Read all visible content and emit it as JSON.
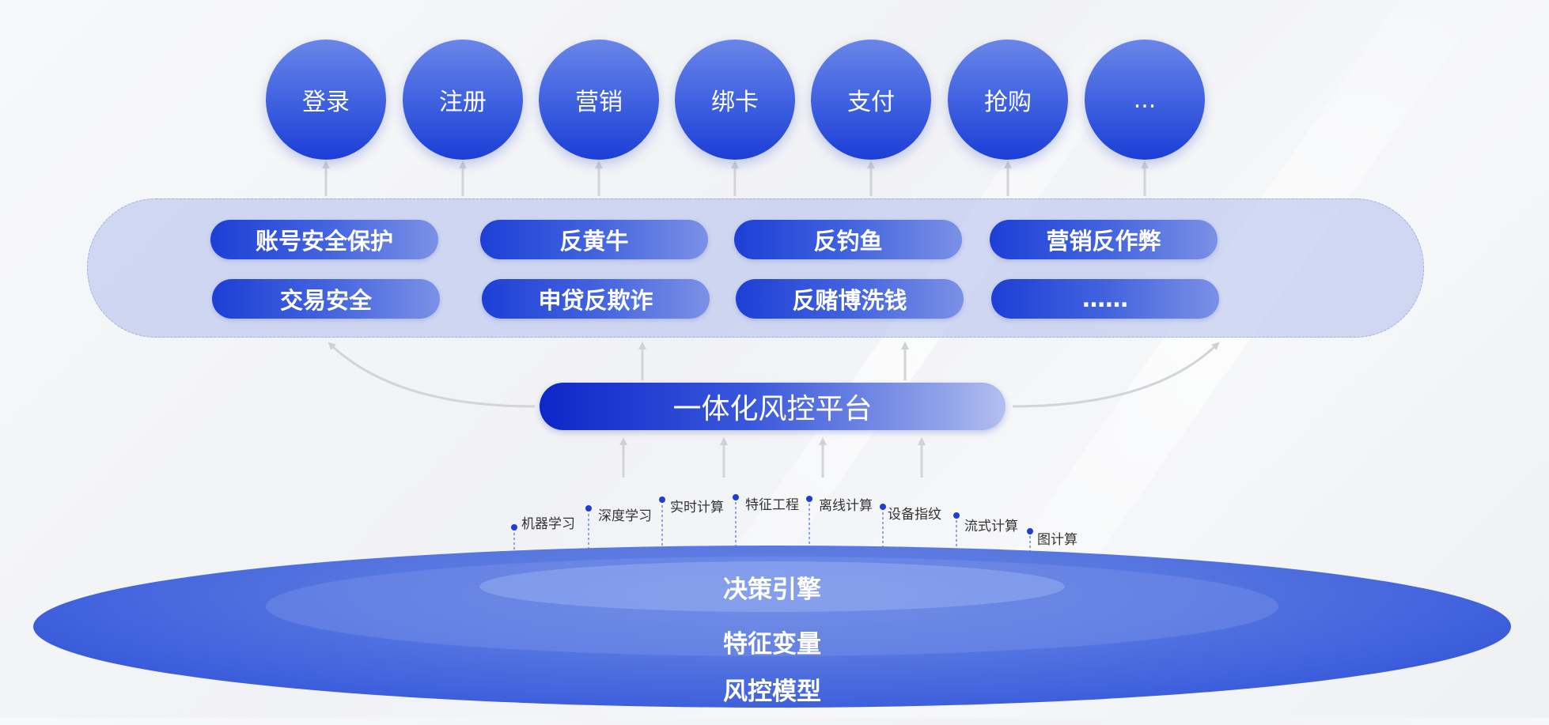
{
  "scenarios": [
    "登录",
    "注册",
    "营销",
    "绑卡",
    "支付",
    "抢购",
    "..."
  ],
  "capabilities": [
    "账号安全保护",
    "反黄牛",
    "反钓鱼",
    "营销反作弊",
    "交易安全",
    "申贷反欺诈",
    "反赌博洗钱",
    "……"
  ],
  "platform": "一体化风控平台",
  "technologies": [
    "机器学习",
    "深度学习",
    "实时计算",
    "特征工程",
    "离线计算",
    "设备指纹",
    "流式计算",
    "图计算"
  ],
  "engine_layers": [
    "决策引擎",
    "特征变量",
    "风控模型"
  ],
  "colors": {
    "primary_blue": "#2344d2",
    "panel": "#b8c4ee",
    "arrow_gray": "#d2d4d8",
    "dot": "#1c3ed6"
  }
}
